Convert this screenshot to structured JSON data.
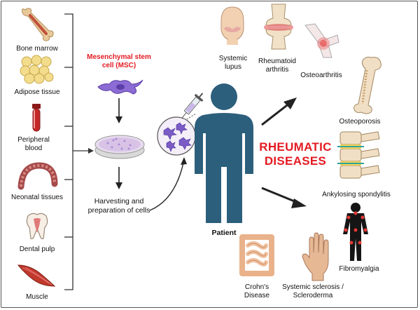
{
  "sources": [
    {
      "label": "Bone marrow",
      "icon": "bone-marrow-icon"
    },
    {
      "label": "Adipose tissue",
      "icon": "adipose-tissue-icon"
    },
    {
      "label": "Peripheral blood",
      "icon": "blood-tube-icon"
    },
    {
      "label": "Neonatal tissues",
      "icon": "umbilical-cord-icon"
    },
    {
      "label": "Dental pulp",
      "icon": "tooth-icon"
    },
    {
      "label": "Muscle",
      "icon": "muscle-icon"
    }
  ],
  "msc": {
    "title": "Mesenchymal stem cell (MSC)"
  },
  "harvest": {
    "label": "Harvesting and preparation of cells"
  },
  "patient": {
    "label": "Patient"
  },
  "rheumatic": {
    "title": "RHEUMATIC DISEASES"
  },
  "diseases": [
    {
      "label": "Systemic lupus",
      "icon": "lupus-face-icon"
    },
    {
      "label": "Rheumatoid arthritis",
      "icon": "knee-joint-icon"
    },
    {
      "label": "Osteoarthritis",
      "icon": "knee-leg-icon"
    },
    {
      "label": "Osteoporosis",
      "icon": "femur-icon"
    },
    {
      "label": "Ankylosing spondylitis",
      "icon": "spine-icon"
    },
    {
      "label": "Fibromyalgia",
      "icon": "body-pain-icon"
    },
    {
      "label": "Systemic sclerosis / Scleroderma",
      "icon": "hand-icon"
    },
    {
      "label": "Crohn's Disease",
      "icon": "intestine-icon"
    }
  ],
  "colors": {
    "accent_red": "#e31b23",
    "patient_blue": "#2c5f7c",
    "cell_purple": "#7b5bc6",
    "arrow": "#222222"
  }
}
